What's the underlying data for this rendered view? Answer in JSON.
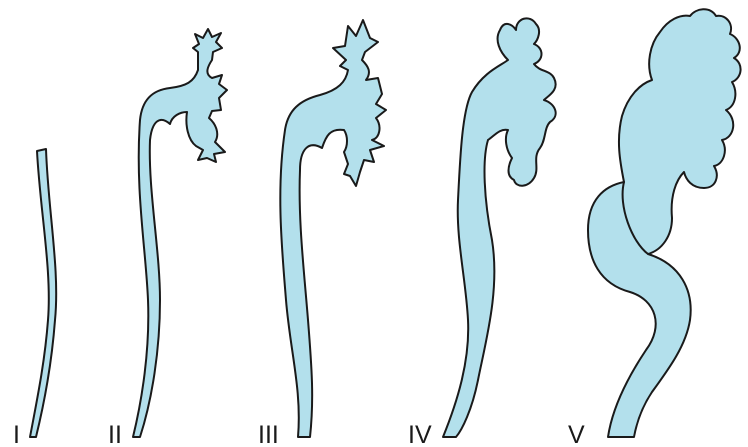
{
  "figure": {
    "fill_color": "#b3e0ec",
    "outline_color": "#1a1a1a",
    "background": "#ffffff",
    "stages": [
      {
        "label": "I"
      },
      {
        "label": "II"
      },
      {
        "label": "III"
      },
      {
        "label": "IV"
      },
      {
        "label": "V"
      }
    ]
  }
}
